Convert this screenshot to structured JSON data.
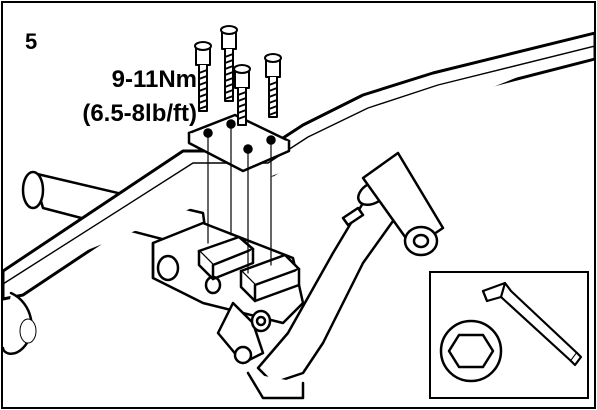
{
  "step": {
    "number": "5"
  },
  "torque": {
    "nm": "9-11Nm",
    "lbft": "(6.5-8lb/ft)"
  },
  "tool": {
    "icon": "hex-key-icon",
    "head_icon": "hex-socket-icon"
  }
}
